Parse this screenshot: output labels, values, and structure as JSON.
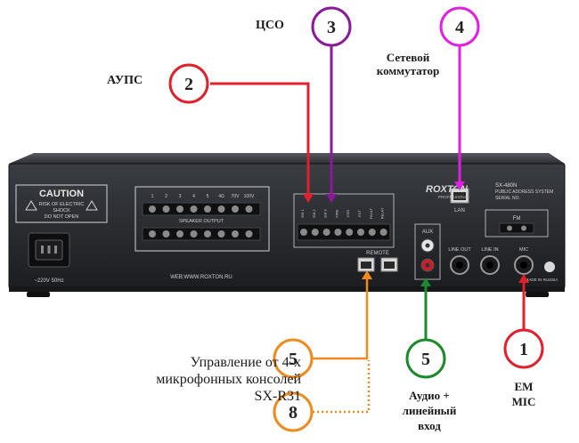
{
  "annotations": {
    "aups": "АУПС",
    "cso": "ЦСО",
    "network_switch_line1": "Сетевой",
    "network_switch_line2": "коммутатор",
    "remote_control_line1": "Управление от 4-х",
    "remote_control_line2": "микрофонных консолей",
    "remote_control_line3": "SX-R31",
    "audio_line1": "Аудио +",
    "audio_line2": "линейный",
    "audio_line3": "вход",
    "em_line1": "EM",
    "em_line2": "MIC"
  },
  "markers": [
    {
      "number": "1",
      "color": "#e0202a"
    },
    {
      "number": "2",
      "color": "#e0202a"
    },
    {
      "number": "3",
      "color": "#8a1a9a"
    },
    {
      "number": "4",
      "color": "#e01fe0"
    },
    {
      "number": "5",
      "color": "#1a8a2a"
    },
    {
      "number": "5",
      "color": "#f08a1e"
    },
    {
      "number": "8",
      "color": "#f08a1e"
    }
  ],
  "device": {
    "caution_title": "CAUTION",
    "caution_line1": "RISK OF ELECTRIC",
    "caution_line2": "SHOCK",
    "caution_line3": "DO NOT OPEN",
    "brand": "ROXTON",
    "brand_sub": "PROFESSIONAL",
    "model": "SX-480N",
    "model_desc": "PUBLIC ADDRESS SYSTEM",
    "serial": "SERIAL NO.",
    "website": "WEB:WWW.ROXTON.RU",
    "power": "~220V 50Hz",
    "speaker_output": "SPEAKER OUTPUT",
    "speaker_terminals": [
      "1",
      "2",
      "3",
      "4",
      "5",
      "4Ω",
      "70V",
      "100V"
    ],
    "control_terminals": [
      "EM 1",
      "EM 2",
      "EM 3",
      "FIRE",
      "CSO",
      "EXT",
      "FAULT",
      "RELAY"
    ],
    "remote": "REMOTE",
    "aux": "AUX",
    "lan": "LAN",
    "fm": "FM",
    "line_out": "LINE OUT",
    "line_in": "LINE IN",
    "mic": "MIC",
    "made_in": "MADE IN RUSSIA"
  }
}
